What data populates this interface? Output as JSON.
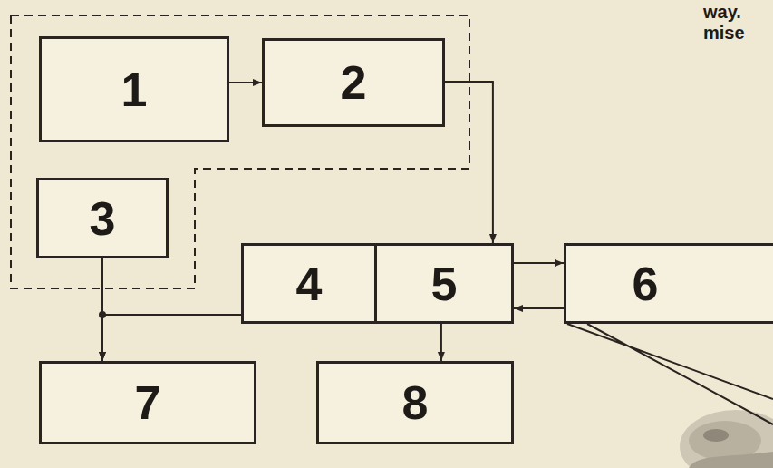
{
  "diagram": {
    "nodes": [
      {
        "text": [
          "1"
        ]
      },
      {
        "text": [
          "2"
        ]
      },
      {
        "text": [
          "3"
        ]
      },
      {
        "text": [
          "4"
        ]
      },
      {
        "text": [
          "5"
        ]
      },
      {
        "text": [
          "6"
        ]
      },
      {
        "text": [
          "7"
        ]
      },
      {
        "text": [
          "8"
        ]
      }
    ],
    "edges": [
      {
        "from": 0,
        "to": 1,
        "arrow": "to"
      },
      {
        "from": 1,
        "to": 4,
        "arrow": "to"
      },
      {
        "from": 4,
        "to": 5,
        "arrow": "to"
      },
      {
        "from": 5,
        "to": 4,
        "arrow": "to"
      },
      {
        "from": 2,
        "to": 6,
        "arrow": "to"
      },
      {
        "from": 3,
        "to": 6,
        "arrow": "to"
      },
      {
        "from": 4,
        "to": 7,
        "arrow": "to"
      }
    ],
    "labels": [
      "way.",
      "mise"
    ]
  }
}
